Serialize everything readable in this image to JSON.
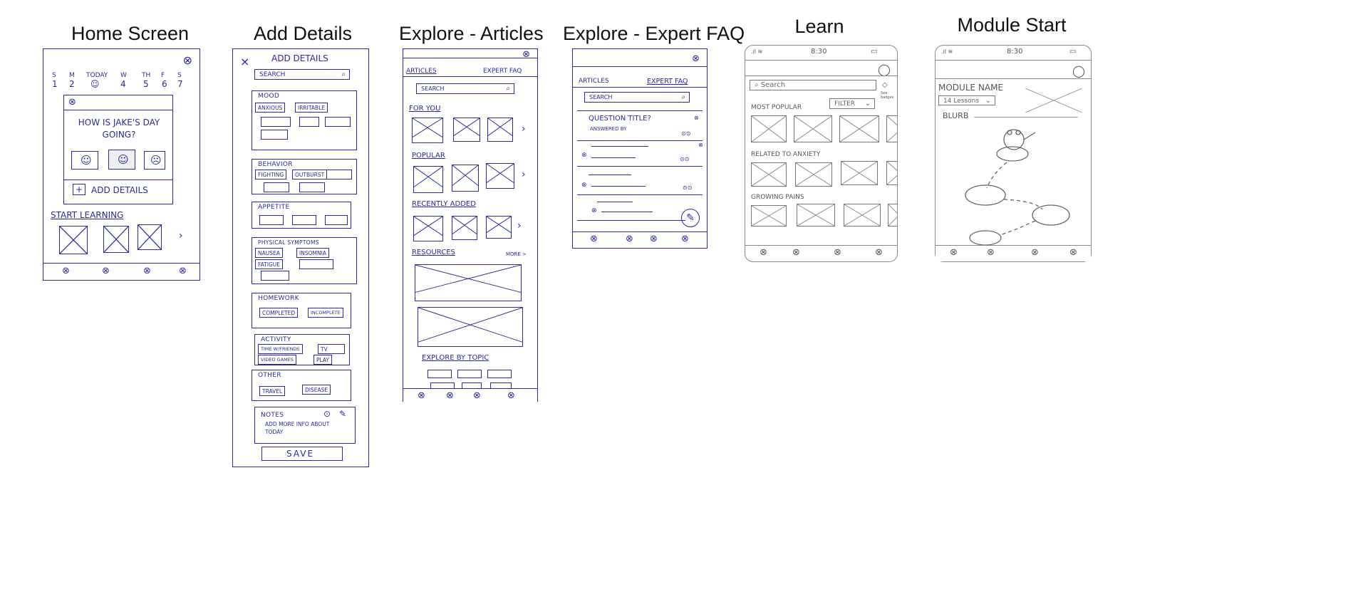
{
  "columns": [
    {
      "title": "Home Screen"
    },
    {
      "title": "Add Details"
    },
    {
      "title": "Explore - Articles"
    },
    {
      "title": "Explore - Expert FAQ"
    },
    {
      "title": "Learn"
    },
    {
      "title": "Module Start"
    }
  ],
  "home": {
    "days": [
      "S",
      "M",
      "TODAY",
      "W",
      "TH",
      "F",
      "S"
    ],
    "dates": [
      "1",
      "2",
      "",
      "4",
      "5",
      "6",
      "7"
    ],
    "question": "HOW IS JAKE'S DAY GOING?",
    "add_details": "ADD DETAILS",
    "start_learning": "START LEARNING"
  },
  "add_details": {
    "title": "ADD DETAILS",
    "close": "×",
    "search": "SEARCH",
    "sections": [
      {
        "title": "MOOD",
        "chips": [
          "ANXIOUS",
          "IRRITABLE"
        ]
      },
      {
        "title": "BEHAVIOR",
        "chips": [
          "FIGHTING",
          "OUTBURST"
        ]
      },
      {
        "title": "APPETITE",
        "chips": []
      },
      {
        "title": "PHYSICAL SYMPTOMS",
        "chips": [
          "NAUSEA",
          "INSOMNIA",
          "FATIGUE"
        ]
      },
      {
        "title": "HOMEWORK",
        "chips": [
          "COMPLETED",
          "INCOMPLETE"
        ]
      },
      {
        "title": "ACTIVITY",
        "chips": [
          "TIME W/FRIENDS",
          "TV",
          "VIDEO GAMES",
          "PLAY"
        ]
      },
      {
        "title": "OTHER",
        "chips": [
          "TRAVEL",
          "DISEASE"
        ]
      }
    ],
    "notes_title": "NOTES",
    "notes_text": "ADD MORE INFO ABOUT TODAY",
    "save": "SAVE"
  },
  "articles": {
    "tab_articles": "ARTICLES",
    "tab_faq": "EXPERT FAQ",
    "search": "SEARCH",
    "for_you": "FOR YOU",
    "popular": "POPULAR",
    "recently_added": "RECENTLY ADDED",
    "resources": "RESOURCES",
    "more": "MORE >",
    "explore_topic": "EXPLORE BY TOPIC"
  },
  "faq": {
    "tab_articles": "ARTICLES",
    "tab_faq": "EXPERT FAQ",
    "search": "SEARCH",
    "question_title": "QUESTION TITLE?",
    "answered_by": "ANSWERED BY"
  },
  "learn": {
    "time": "8:30",
    "search": "Search",
    "badges": "See badges",
    "filter": "FILTER",
    "most_popular": "MOST POPULAR",
    "related": "RELATED TO ANXIETY",
    "growing": "GROWING PAINS"
  },
  "module": {
    "time": "8:30",
    "module_name": "MODULE NAME",
    "lessons": "14 Lessons",
    "blurb": "BLURB"
  },
  "colors": {
    "ink": "#2a2aa0",
    "pencil": "#777777"
  }
}
